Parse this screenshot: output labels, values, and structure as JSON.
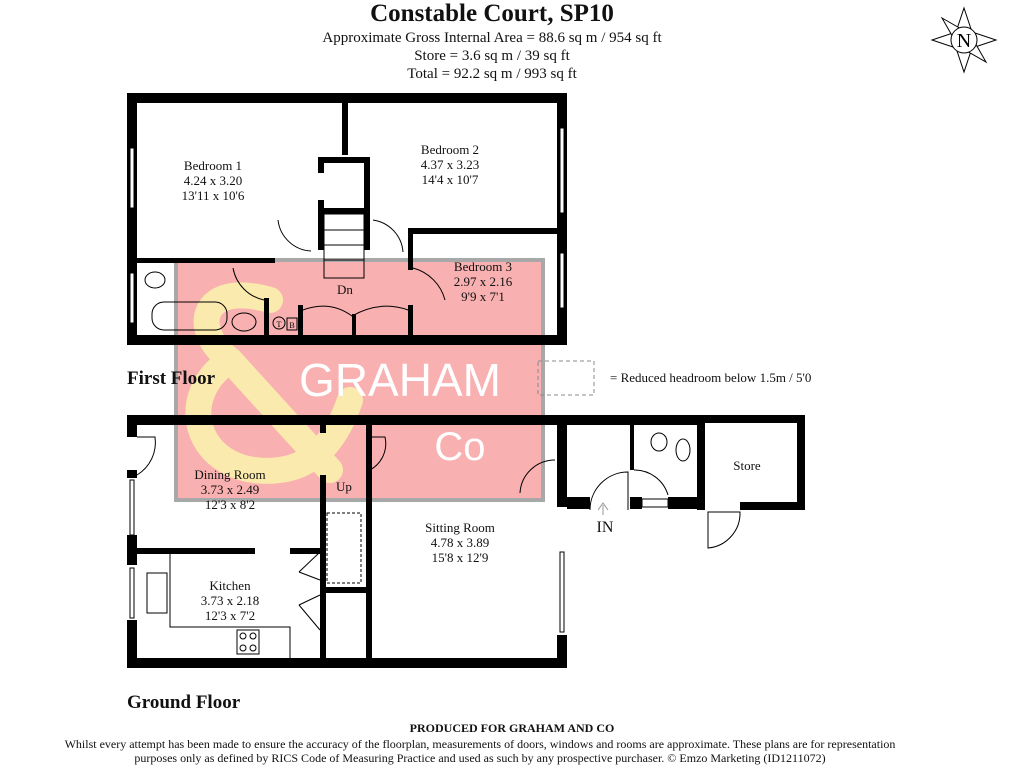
{
  "header": {
    "title": "Constable Court, SP10",
    "gross_area": "Approximate Gross Internal Area = 88.6 sq m / 954 sq ft",
    "store_area": "Store = 3.6 sq m / 39 sq ft",
    "total_area": "Total = 92.2 sq m / 993 sq ft"
  },
  "compass": {
    "label": "N",
    "icon": "compass-north-icon"
  },
  "first_floor": {
    "label": "First Floor",
    "rooms": [
      {
        "name": "Bedroom 1",
        "metric": "4.24 x 3.20",
        "imperial": "13'11 x 10'6"
      },
      {
        "name": "Bedroom 2",
        "metric": "4.37 x 3.23",
        "imperial": "14'4 x 10'7"
      },
      {
        "name": "Bedroom 3",
        "metric": "2.97 x 2.16",
        "imperial": "9'9 x 7'1"
      }
    ],
    "stairs": "Dn",
    "symbols": {
      "tank": "T",
      "boiler": "B"
    }
  },
  "legend": {
    "text": "=   Reduced headroom below 1.5m / 5'0"
  },
  "ground_floor": {
    "label": "Ground Floor",
    "rooms": [
      {
        "name": "Dining Room",
        "metric": "3.73 x 2.49",
        "imperial": "12'3 x 8'2"
      },
      {
        "name": "Kitchen",
        "metric": "3.73 x 2.18",
        "imperial": "12'3 x 7'2"
      },
      {
        "name": "Sitting Room",
        "metric": "4.78 x 3.89",
        "imperial": "15'8 x 12'9"
      },
      {
        "name": "Store"
      }
    ],
    "stairs": "Up",
    "entrance": "IN"
  },
  "watermark": {
    "text": "GRAHAM",
    "text2": "Co",
    "colors": {
      "fill": "#f7a3a3",
      "ampersand": "#fbe7a0",
      "border": "#9a9a9a"
    }
  },
  "footer": {
    "produced": "PRODUCED FOR GRAHAM AND CO",
    "disclaimer_1": "Whilst every attempt has been made to ensure the accuracy of the floorplan, measurements of doors, windows and rooms are approximate. These plans are for representation",
    "disclaimer_2": "purposes only as defined by RICS Code of Measuring Practice and used as such by any prospective purchaser. © Emzo Marketing (ID1211072)"
  }
}
